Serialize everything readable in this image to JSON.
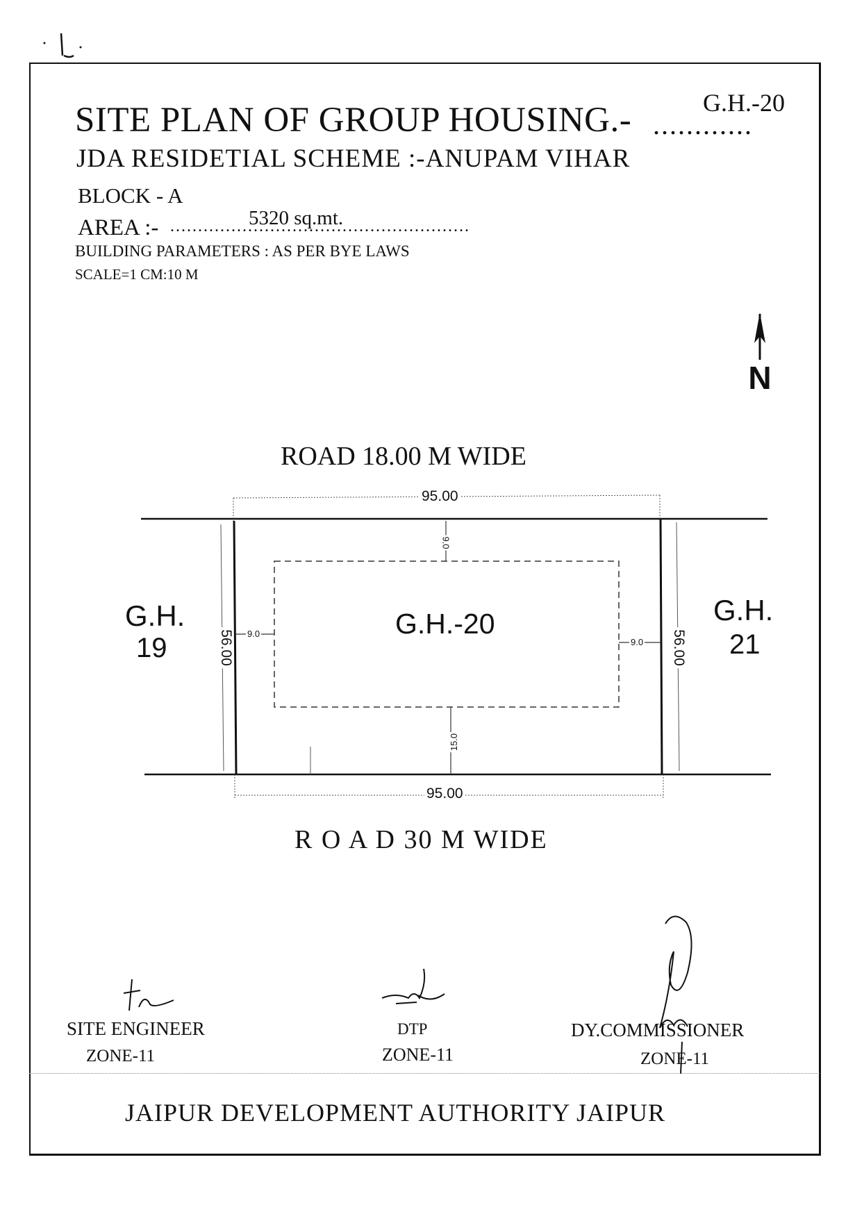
{
  "header": {
    "title": "SITE PLAN OF GROUP HOUSING.-",
    "title_dots": "............",
    "plot_ref": "G.H.-20",
    "scheme": "JDA RESIDETIAL SCHEME :-ANUPAM VIHAR",
    "block": "BLOCK - A",
    "area_label": "AREA :-",
    "area_dots": "......................................................",
    "area_value": "5320 sq.mt.",
    "building_parameters": "BUILDING PARAMETERS :  AS PER BYE LAWS",
    "scale": "SCALE=1 CM:10 M"
  },
  "north": {
    "label": "N"
  },
  "roads": {
    "top": "ROAD 18.00 M WIDE",
    "bottom": "R O A D 30 M   WIDE"
  },
  "plot": {
    "label": "G.H.-20",
    "width_top": "95.00",
    "width_bottom": "95.00",
    "depth_left": "56.00",
    "depth_right": "56.00",
    "setback_front": "9.0",
    "setback_left": "9.0",
    "setback_right": "9.0",
    "setback_rear": "15.0"
  },
  "neighbors": {
    "left_line1": "G.H.",
    "left_line2": "19",
    "right_line1": "G.H.",
    "right_line2": "21"
  },
  "signatories": [
    {
      "title": "SITE ENGINEER",
      "zone": "ZONE-11"
    },
    {
      "title": "DTP",
      "zone": "ZONE-11"
    },
    {
      "title": "DY.COMMISSIONER",
      "zone": "ZONE-11"
    }
  ],
  "footer": {
    "authority": "JAIPUR DEVELOPMENT AUTHORITY JAIPUR"
  },
  "colors": {
    "ink": "#111111",
    "paper": "#ffffff"
  }
}
